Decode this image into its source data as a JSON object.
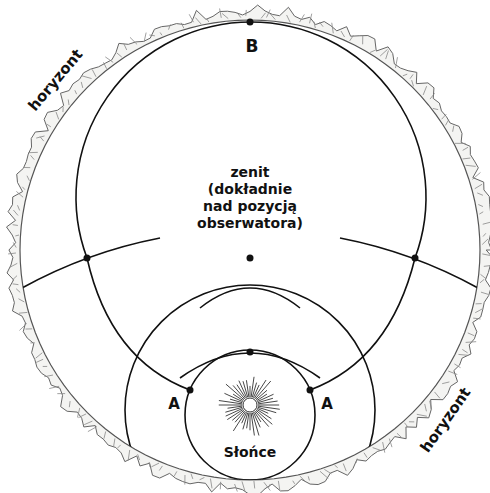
{
  "diagram": {
    "labels": [
      "horyzont",
      "B",
      "zenit (dokładnie nad pozycją obserwatora)",
      "A",
      "A",
      "Słońce",
      "horyzont"
    ]
  }
}
